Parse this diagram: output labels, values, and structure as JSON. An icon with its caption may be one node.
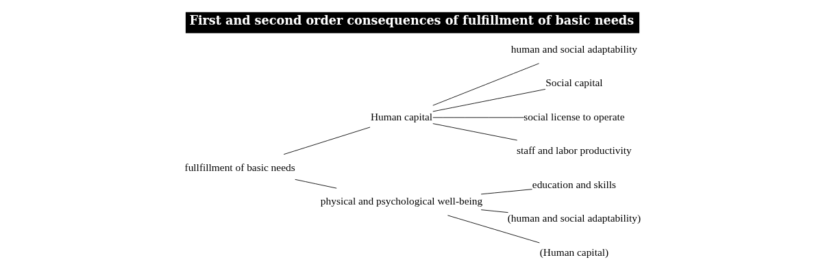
{
  "diagram": {
    "title": "First and second order consequences of fulfillment of basic needs",
    "nodes": [
      {
        "text": [
          "fullfillment of basic needs"
        ]
      },
      {
        "text": [
          "Human capital"
        ]
      },
      {
        "text": [
          "physical and psychological well-being"
        ]
      },
      {
        "text": [
          "human and social adaptability"
        ]
      },
      {
        "text": [
          "Social capital"
        ]
      },
      {
        "text": [
          "social license to operate"
        ]
      },
      {
        "text": [
          "staff and labor productivity"
        ]
      },
      {
        "text": [
          "education and skills"
        ]
      },
      {
        "text": [
          "(human and social adaptability)"
        ]
      },
      {
        "text": [
          "(Human capital)"
        ]
      }
    ],
    "edges": [
      {
        "from": 0,
        "to": 1,
        "arrow": "none"
      },
      {
        "from": 0,
        "to": 2,
        "arrow": "none"
      },
      {
        "from": 1,
        "to": 3,
        "arrow": "none"
      },
      {
        "from": 1,
        "to": 4,
        "arrow": "none"
      },
      {
        "from": 1,
        "to": 5,
        "arrow": "none"
      },
      {
        "from": 1,
        "to": 6,
        "arrow": "none"
      },
      {
        "from": 2,
        "to": 7,
        "arrow": "none"
      },
      {
        "from": 2,
        "to": 8,
        "arrow": "none"
      },
      {
        "from": 2,
        "to": 9,
        "arrow": "none"
      }
    ]
  }
}
